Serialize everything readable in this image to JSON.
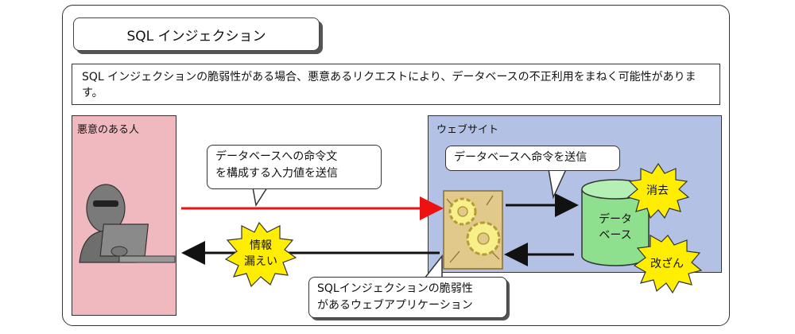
{
  "title": "SQL インジェクション",
  "description": "SQL インジェクションの脆弱性がある場合、悪意あるリクエストにより、データベースの不正利用をまねく可能性があります。",
  "attacker_panel": {
    "label": "悪意のある人"
  },
  "website_panel": {
    "label": "ウェブサイト"
  },
  "bubbles": {
    "send_line1": "データベースへの命令文",
    "send_line2": "を構成する入力値を送信",
    "db_command": "データベースへ命令を送信",
    "vuln_line1": "SQLインジェクションの脆弱性",
    "vuln_line2": "があるウェブアプリケーション"
  },
  "database": {
    "line1": "データ",
    "line2": "ベース"
  },
  "bursts": {
    "leak_line1": "情報",
    "leak_line2": "漏えい",
    "delete": "消去",
    "tamper": "改ざん"
  },
  "colors": {
    "attack_arrow": "#ee1111",
    "attacker_bg": "#f0b9c0",
    "website_bg": "#b3c2e4",
    "db_green": "#8ee08e",
    "burst_yellow": "#ffee00",
    "gear_box": "#e0c98a"
  }
}
